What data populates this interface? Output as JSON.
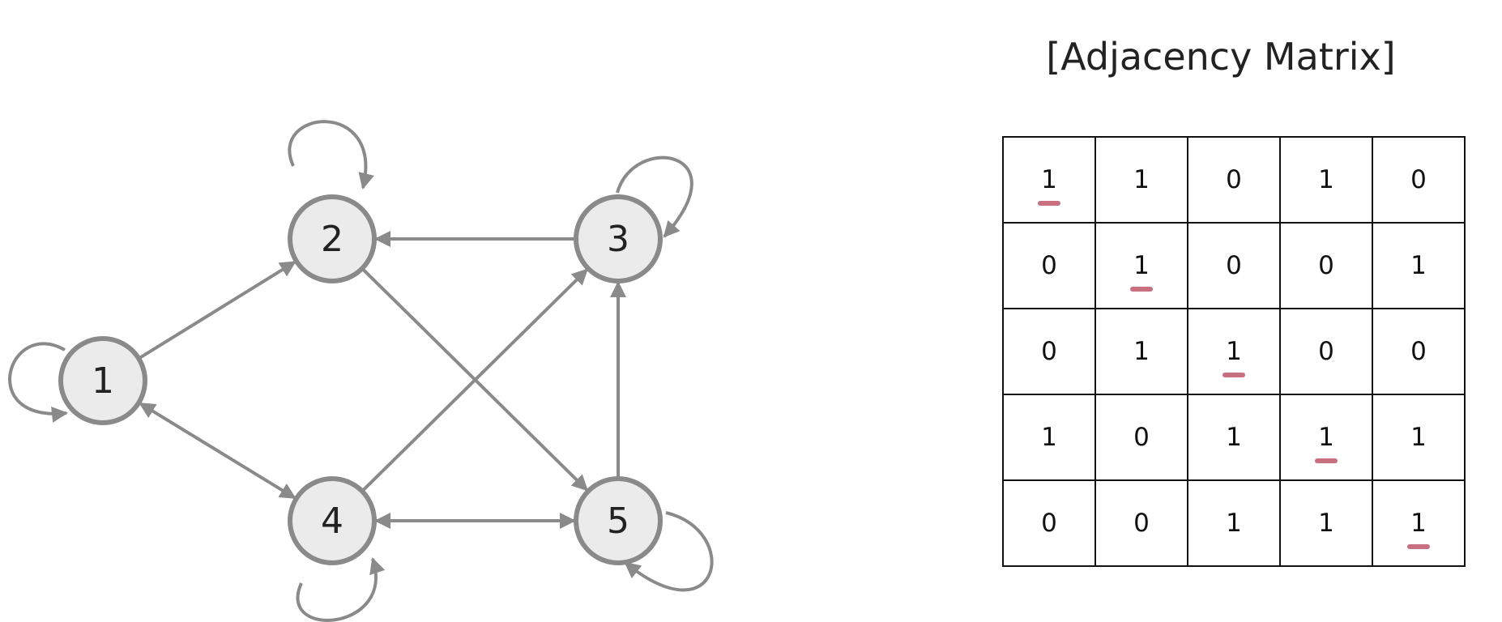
{
  "title": "[Adjacency Matrix]",
  "colors": {
    "node_fill": "#ebebeb",
    "node_stroke": "#8a8a8a",
    "edge": "#8a8a8a",
    "highlight": "#c8707f"
  },
  "nodes": [
    "1",
    "2",
    "3",
    "4",
    "5"
  ],
  "edges": [
    {
      "from": "1",
      "to": "2",
      "bidirectional": false
    },
    {
      "from": "3",
      "to": "2",
      "bidirectional": false
    },
    {
      "from": "2",
      "to": "5",
      "bidirectional": false
    },
    {
      "from": "4",
      "to": "3",
      "bidirectional": false
    },
    {
      "from": "5",
      "to": "3",
      "bidirectional": false
    },
    {
      "from": "1",
      "to": "4",
      "bidirectional": true
    },
    {
      "from": "4",
      "to": "5",
      "bidirectional": true
    }
  ],
  "self_loops": [
    "1",
    "2",
    "3",
    "4",
    "5"
  ],
  "matrix": [
    [
      "1",
      "1",
      "0",
      "1",
      "0"
    ],
    [
      "0",
      "1",
      "0",
      "0",
      "1"
    ],
    [
      "0",
      "1",
      "1",
      "0",
      "0"
    ],
    [
      "1",
      "0",
      "1",
      "1",
      "1"
    ],
    [
      "0",
      "0",
      "1",
      "1",
      "1"
    ]
  ]
}
